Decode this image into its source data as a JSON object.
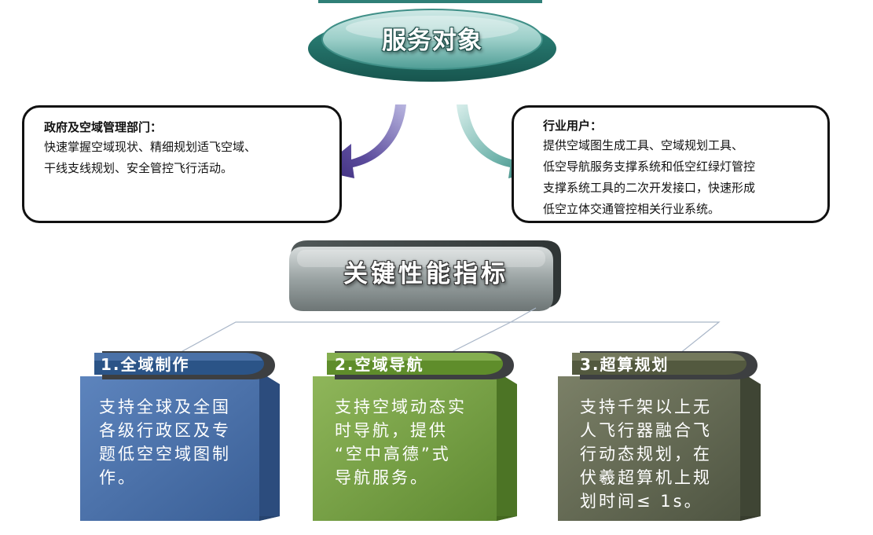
{
  "top_title": "服务对象",
  "gov": {
    "heading": "政府及空域管理部门：",
    "body": "快速掌握空域现状、精细规划适飞空域、\n干线支线规划、安全管控飞行活动。"
  },
  "industry": {
    "heading": "行业用户：",
    "body": "提供空域图生成工具、空域规划工具、\n低空导航服务支撑系统和低空红绿灯管控\n支撑系统工具的二次开发接口，快速形成\n低空立体交通管控相关行业系统。"
  },
  "kpi_title": "关键性能指标",
  "cards": [
    {
      "tab": "1.全域制作",
      "text": "支持全球及全国\n各级行政区及专\n题低空空域图制\n作。"
    },
    {
      "tab": "2.空域导航",
      "text": "支持空域动态实\n时导航，提供\n“空中高德”式\n导航服务。"
    },
    {
      "tab": "3.超算规划",
      "text": "支持千架以上无\n人飞行器融合飞\n行动态规划，在\n伏羲超算机上规\n划时间≤ 1s。"
    }
  ]
}
